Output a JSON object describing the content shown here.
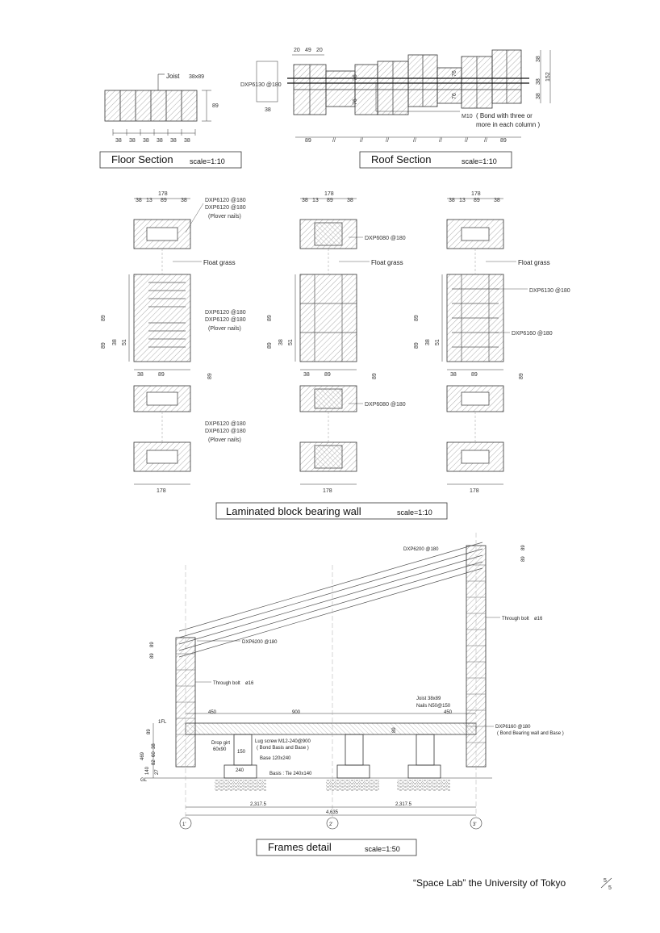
{
  "floor_section": {
    "title": "Floor Section",
    "scale": "scale=1:10",
    "joist_label": "Joist",
    "joist_size": "38x89",
    "height_dim": "89",
    "bottom_dims": [
      "38",
      "38",
      "38",
      "38",
      "38",
      "38"
    ]
  },
  "roof_section": {
    "title": "Roof Section",
    "scale": "scale=1:10",
    "top_dims": [
      "20",
      "49",
      "20"
    ],
    "screw_label": "DXP6130 @180",
    "bolt_label": "M10",
    "bolt_note_1": "( Bond with three or",
    "bolt_note_2": "more in each column )",
    "dim_38": "38",
    "dim_76": "76",
    "dim_152": "152",
    "bottom_dims": [
      "89",
      "//",
      "//",
      "//",
      "//",
      "//",
      "//",
      "//",
      "89"
    ]
  },
  "wall": {
    "title": "Laminated block bearing wall",
    "scale": "scale=1:10",
    "top_dims": [
      "38",
      "13",
      "89",
      "38"
    ],
    "total_dim": "178",
    "float_grass": "Float grass",
    "dim_89": "89",
    "dim_38": "38",
    "dim_51": "51",
    "col1_screws_a": "DXP6120 @180",
    "col1_screws_b": "DXP6120 @180",
    "col1_plover": "(Plover nails)",
    "col2_screw": "DXP6080 @180",
    "col3_screw_a": "DXP6130 @180",
    "col3_screw_b": "DXP6160 @180"
  },
  "frames": {
    "title": "Frames detail",
    "scale": "scale=1:50",
    "dxp6200_top": "DXP6200 @180",
    "dxp6200_left": "DXP6200 @180",
    "through_bolt": "Through bolt",
    "through_bolt_size": "ø16",
    "joist_label": "Joist  38x89",
    "nails": "Nails  N50@150",
    "dim_450": "450",
    "dim_900": "900",
    "dim_89": "89",
    "dxp6160": "DXP6160 @180",
    "dxp6160_note": "( Bond Bearing wall and Base )",
    "fl": "1FL",
    "gl": "GL",
    "drop_girt": "Drop girt",
    "drop_girt_size": "60x90",
    "lug_screw": "Lug screw  M12-240@900",
    "lug_screw_note": "( Bond Basis and Base )",
    "base": "Base  120x240",
    "basis": "Basis : Tie  240x140",
    "dim_240": "240",
    "dim_150": "150",
    "left_dims": [
      "89",
      "469",
      "38",
      "60",
      "82",
      "140",
      "27"
    ],
    "span_left": "2,317.5",
    "span_total": "4,635",
    "span_right": "2,317.5",
    "axes": [
      "1'",
      "2'",
      "3'"
    ],
    "dim_right_89a": "89",
    "dim_right_89b": "89",
    "dim_left_89a": "89",
    "dim_left_89b": "89"
  },
  "footer": {
    "credit": "“Space Lab” the University of Tokyo",
    "page_num": "5",
    "page_total": "5"
  }
}
